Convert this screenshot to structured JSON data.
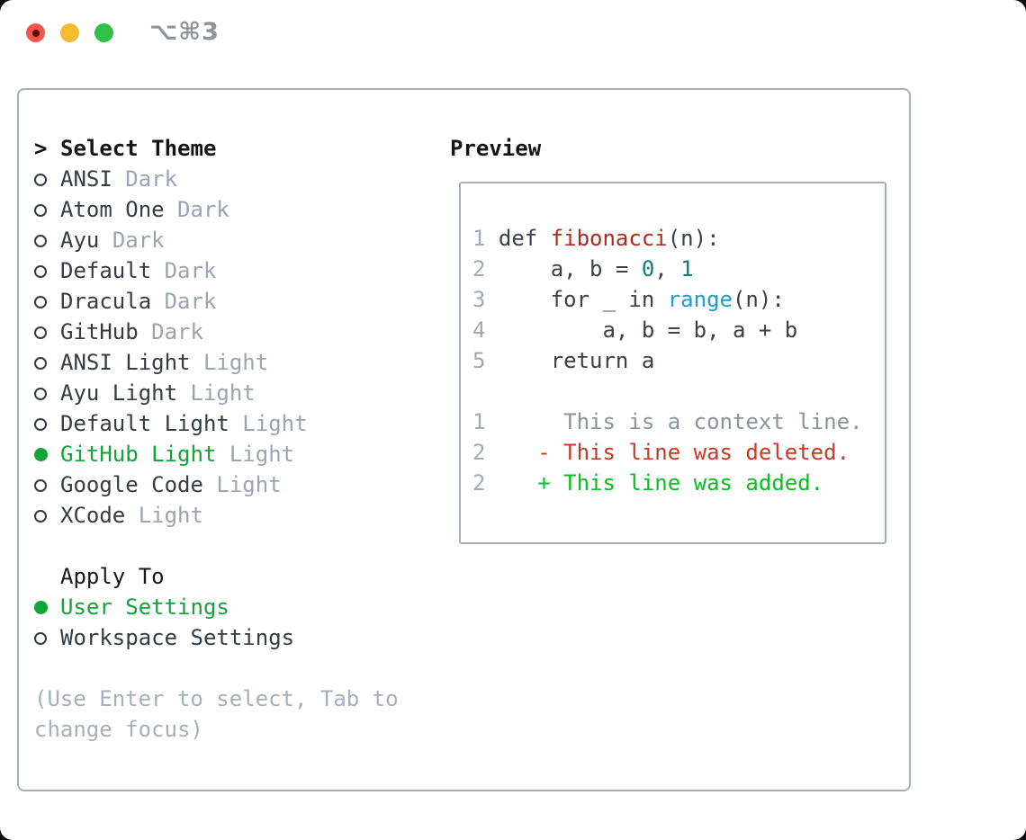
{
  "window": {
    "title": "⌥⌘3"
  },
  "colors": {
    "accent-green": "#10a637",
    "added-green": "#06c11d",
    "deleted-red": "#c63a25",
    "func-red": "#b12a21",
    "num-teal": "#0e7e79",
    "builtin-blue": "#1f9bce",
    "muted-gray": "#9aa5b2",
    "panel-border": "#a6aeb8",
    "traffic-red": "#f0564b",
    "traffic-yellow": "#f5bb31",
    "traffic-green": "#33c048"
  },
  "theme_list": {
    "header_prefix": ">",
    "header": "Select Theme",
    "items": [
      {
        "name": "ANSI",
        "variant": "Dark",
        "selected": false
      },
      {
        "name": "Atom One",
        "variant": "Dark",
        "selected": false
      },
      {
        "name": "Ayu",
        "variant": "Dark",
        "selected": false
      },
      {
        "name": "Default",
        "variant": "Dark",
        "selected": false
      },
      {
        "name": "Dracula",
        "variant": "Dark",
        "selected": false
      },
      {
        "name": "GitHub",
        "variant": "Dark",
        "selected": false
      },
      {
        "name": "ANSI Light",
        "variant": "Light",
        "selected": false
      },
      {
        "name": "Ayu Light",
        "variant": "Light",
        "selected": false
      },
      {
        "name": "Default Light",
        "variant": "Light",
        "selected": false
      },
      {
        "name": "GitHub Light",
        "variant": "Light",
        "selected": true
      },
      {
        "name": "Google Code",
        "variant": "Light",
        "selected": false
      },
      {
        "name": "XCode",
        "variant": "Light",
        "selected": false
      }
    ]
  },
  "apply_to": {
    "header": "Apply To",
    "items": [
      {
        "label": "User Settings",
        "selected": true
      },
      {
        "label": "Workspace Settings",
        "selected": false
      }
    ]
  },
  "hint": "(Use Enter to select, Tab to change focus)",
  "preview": {
    "header": "Preview",
    "lines": [
      {
        "no": "1",
        "segments": [
          {
            "t": "def ",
            "c": "code"
          },
          {
            "t": "fibonacci",
            "c": "func"
          },
          {
            "t": "(n):",
            "c": "code"
          }
        ]
      },
      {
        "no": "2",
        "segments": [
          {
            "t": "    a, b = ",
            "c": "code"
          },
          {
            "t": "0",
            "c": "num"
          },
          {
            "t": ", ",
            "c": "code"
          },
          {
            "t": "1",
            "c": "num"
          }
        ]
      },
      {
        "no": "3",
        "segments": [
          {
            "t": "    for _ in ",
            "c": "code"
          },
          {
            "t": "range",
            "c": "builtin"
          },
          {
            "t": "(n):",
            "c": "code"
          }
        ]
      },
      {
        "no": "4",
        "segments": [
          {
            "t": "        a, b = b, a + b",
            "c": "code"
          }
        ]
      },
      {
        "no": "5",
        "segments": [
          {
            "t": "    return a",
            "c": "code"
          }
        ]
      },
      {
        "no": "",
        "segments": []
      },
      {
        "no": "1",
        "segments": [
          {
            "t": "     This is a context line.",
            "c": "context"
          }
        ]
      },
      {
        "no": "2",
        "segments": [
          {
            "t": "   - This line was deleted.",
            "c": "deleted"
          }
        ]
      },
      {
        "no": "2",
        "segments": [
          {
            "t": "   + This line was added.",
            "c": "added"
          }
        ]
      }
    ]
  }
}
